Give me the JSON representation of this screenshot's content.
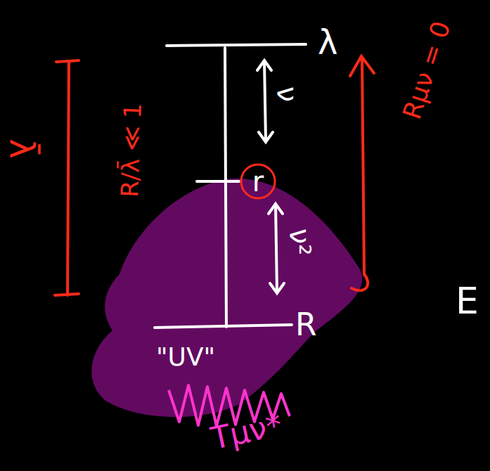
{
  "diagram": {
    "nodes": [
      {
        "text": [
          "r"
        ]
      }
    ],
    "labels": [
      "λ",
      "ν",
      "ν²",
      "R",
      "\"UV\"",
      "Tμν*",
      "λ̄",
      "R/λ̄ ≪ 1",
      "Rμν = 0",
      "E"
    ]
  }
}
